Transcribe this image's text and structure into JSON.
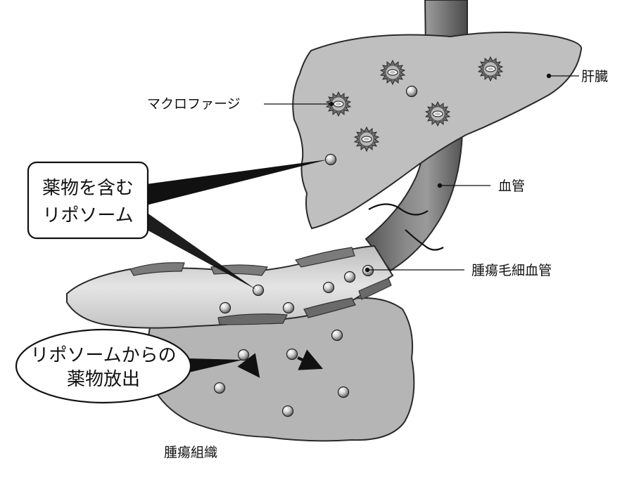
{
  "labels": {
    "liver": "肝臓",
    "macrophage": "マクロファージ",
    "blood_vessel": "血管",
    "tumor_capillary": "腫瘍毛細血管",
    "tumor_tissue": "腫瘍組織"
  },
  "callouts": {
    "liposome": {
      "line1": "薬物を含む",
      "line2": "リポソーム"
    },
    "release": {
      "line1": "リポソームからの",
      "line2": "薬物放出"
    }
  },
  "icons": {
    "liposome": "liposome-icon",
    "macrophage": "macrophage-icon",
    "arrow": "release-arrow-icon"
  }
}
